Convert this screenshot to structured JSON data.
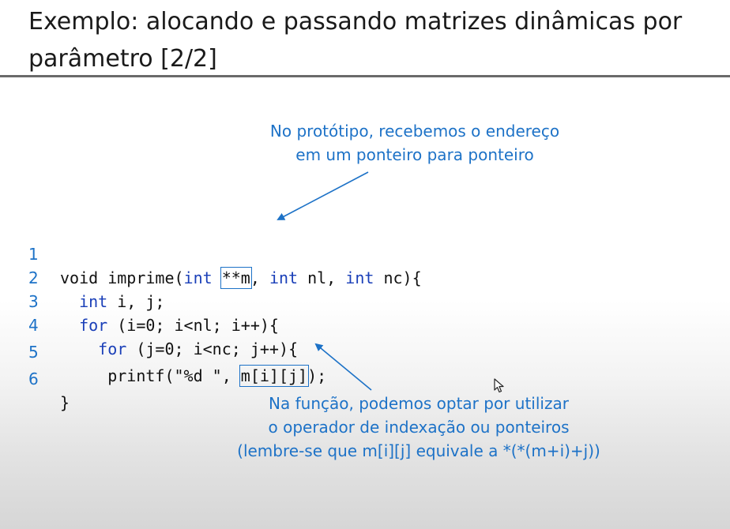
{
  "slide": {
    "title_line1": "Exemplo: alocando e passando matrizes dinâmicas por",
    "title_line2": "parâmetro [2/2]"
  },
  "annotation_top": {
    "line1": "No protótipo, recebemos o endereço",
    "line2": "em um ponteiro para ponteiro"
  },
  "annotation_bottom": {
    "line1": "Na função, podemos optar por utilizar",
    "line2": "o operador de indexação ou ponteiros",
    "line3": "(lembre-se que m[i][j] equivale a *(*(m+i)+j))"
  },
  "code": {
    "line_numbers": [
      "1",
      "2",
      "3",
      "4",
      "5",
      "6"
    ],
    "l1_a": "void imprime(",
    "l1_kw1": "int",
    "l1_sp": " ",
    "l1_boxed": "**m",
    "l1_b": ", ",
    "l1_kw2": "int",
    "l1_c": " nl, ",
    "l1_kw3": "int",
    "l1_d": " nc){",
    "l2_indent": "  ",
    "l2_kw": "int",
    "l2_rest": " i, j;",
    "l3_indent": "  ",
    "l3_kw": "for",
    "l3_rest": " (i=0; i<nl; i++){",
    "l4_indent": "    ",
    "l4_kw": "for",
    "l4_rest": " (j=0; i<nc; j++){",
    "l5_a": "     printf(\"%d \", ",
    "l5_boxed": "m[i][j]",
    "l5_b": ");",
    "l6": "}"
  },
  "colors": {
    "annotation": "#1d72c7",
    "keyword": "#1a3fb8",
    "text": "#111111"
  },
  "icons": {
    "arrow_top": "arrow-icon",
    "arrow_bottom": "arrow-icon",
    "cursor": "mouse-pointer-icon"
  }
}
